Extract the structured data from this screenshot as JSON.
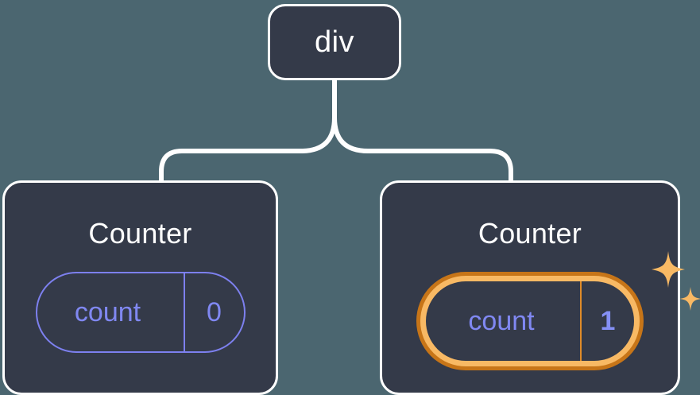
{
  "canvas": {
    "background_color": "#4b6670",
    "node_background_color": "#343a49",
    "node_border_color": "#ffffff",
    "connector_color": "#ffffff",
    "state_accent_color": "#8088f2",
    "highlight_outer_color": "#c77518",
    "highlight_inner_color": "#f8b964"
  },
  "tree": {
    "root": {
      "label": "div"
    },
    "children": [
      {
        "title": "Counter",
        "state": {
          "key": "count",
          "value": "0"
        },
        "highlighted": false
      },
      {
        "title": "Counter",
        "state": {
          "key": "count",
          "value": "1"
        },
        "highlighted": true,
        "sparkle_icons": [
          "sparkle-large-icon",
          "sparkle-small-icon"
        ]
      }
    ]
  }
}
